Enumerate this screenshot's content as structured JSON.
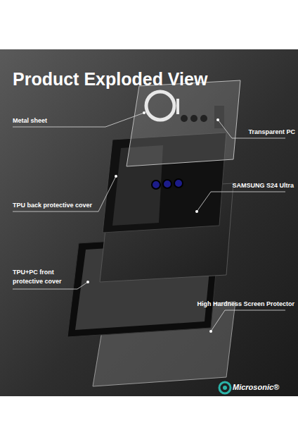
{
  "diagram": {
    "title": "Product Exploded View",
    "labels": [
      "Metal sheet",
      "Transparent PC",
      "TPU back protective cover",
      "SAMSUNG S24 Ultra",
      "TPU+PC front protective cover",
      "High Hardness Screen Protector",
      "Microsonic®"
    ]
  }
}
